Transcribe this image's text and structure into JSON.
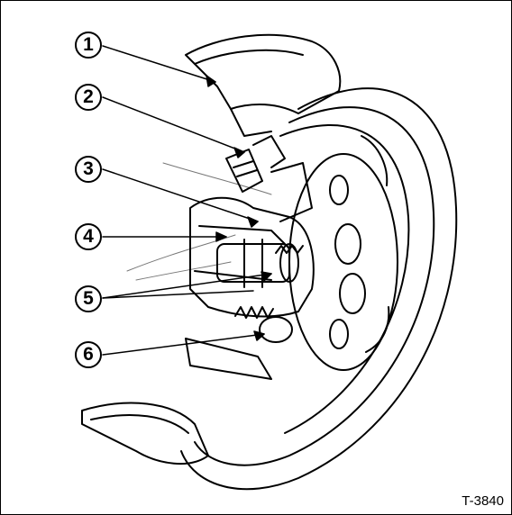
{
  "figure": {
    "code": "T-3840",
    "callouts": [
      "1",
      "2",
      "3",
      "4",
      "5",
      "6"
    ]
  },
  "style": {
    "ink": "#000000",
    "paper": "#ffffff"
  }
}
